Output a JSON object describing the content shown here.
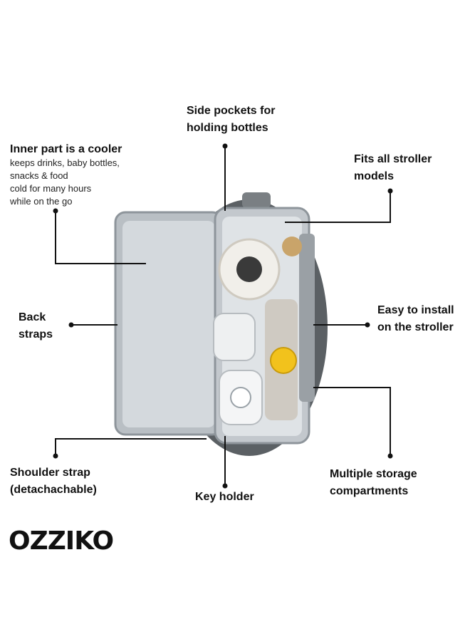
{
  "callouts": {
    "side_pockets": [
      "Side pockets for",
      "holding bottles"
    ],
    "cooler_title": "Inner part is a cooler",
    "cooler_desc": [
      "keeps drinks, baby bottles,",
      "snacks & food",
      "cold for many hours",
      "while on the go"
    ],
    "fits_stroller": [
      "Fits all stroller",
      "models"
    ],
    "back_straps": [
      "Back",
      "straps"
    ],
    "easy_install": [
      "Easy to install",
      "on the stroller"
    ],
    "shoulder_strap": [
      "Shoulder strap",
      "(detachachable)"
    ],
    "key_holder": "Key holder",
    "storage": [
      "Multiple storage",
      "compartments"
    ]
  },
  "brand": {
    "logo_text": "OZZIKO"
  },
  "colors": {
    "lining": "#c9ced3",
    "bag_dark": "#555a5e",
    "line": "#111111",
    "accent_yellow": "#f2c21c"
  }
}
